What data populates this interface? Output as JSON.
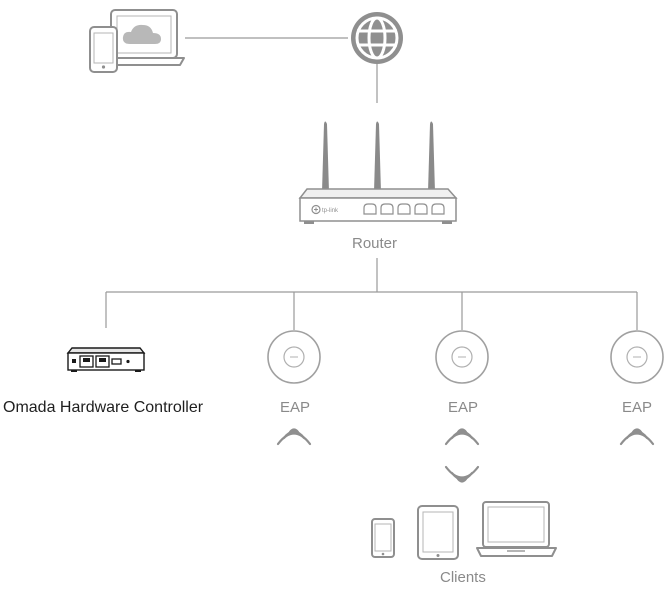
{
  "labels": {
    "router": "Router",
    "controller": "Omada Hardware Controller",
    "eap": "EAP",
    "clients": "Clients"
  },
  "router_brand": "tp-link"
}
